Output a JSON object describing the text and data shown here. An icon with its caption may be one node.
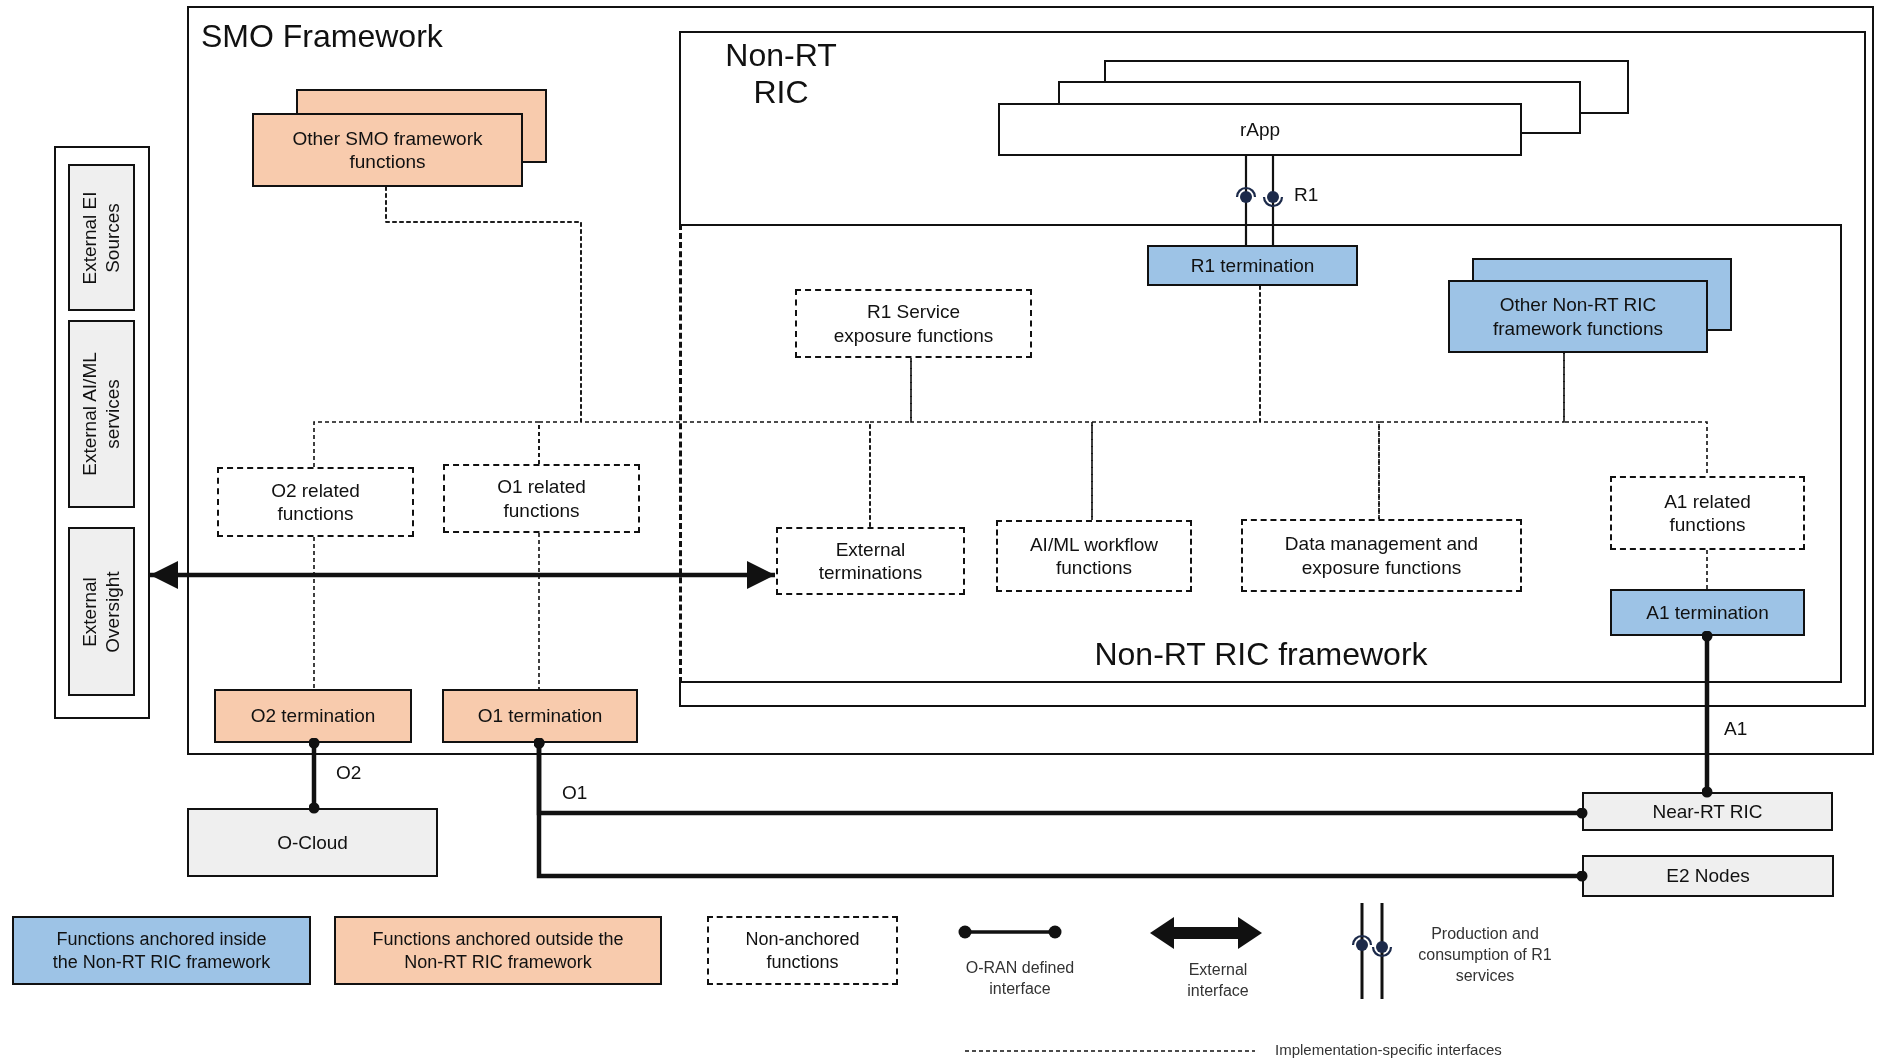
{
  "diagram": {
    "nodes": [
      {
        "text": [
          "SMO Framework"
        ]
      },
      {
        "text": [
          "Other SMO framework functions"
        ],
        "in": 0
      },
      {
        "text": [
          "Non-RT RIC"
        ],
        "in": 0
      },
      {
        "text": [
          "rApp"
        ],
        "in": 2
      },
      {
        "text": [
          "Non-RT RIC framework"
        ],
        "in": 2
      },
      {
        "text": [
          "R1 Service exposure functions"
        ],
        "in": 4
      },
      {
        "text": [
          "R1 termination"
        ],
        "in": 4
      },
      {
        "text": [
          "Other Non-RT RIC framework functions"
        ],
        "in": 4
      },
      {
        "text": [
          "O2 related functions"
        ],
        "in": 0
      },
      {
        "text": [
          "O1 related functions"
        ],
        "in": 0
      },
      {
        "text": [
          "External terminations"
        ],
        "in": 4
      },
      {
        "text": [
          "AI/ML workflow functions"
        ],
        "in": 4
      },
      {
        "text": [
          "Data management and exposure functions"
        ],
        "in": 4
      },
      {
        "text": [
          "A1 related functions"
        ],
        "in": 4
      },
      {
        "text": [
          "A1 termination"
        ],
        "in": 4
      },
      {
        "text": [
          "O2 termination"
        ],
        "in": 0
      },
      {
        "text": [
          "O1 termination"
        ],
        "in": 0
      },
      {
        "text": [],
        "shape": "box"
      },
      {
        "text": [
          "External EI Sources"
        ],
        "in": 17
      },
      {
        "text": [
          "External AI/ML services"
        ],
        "in": 17
      },
      {
        "text": [
          "External Oversight"
        ],
        "in": 17
      },
      {
        "text": [
          "O-Cloud"
        ]
      },
      {
        "text": [
          "Near-RT RIC"
        ]
      },
      {
        "text": [
          "E2 Nodes"
        ]
      }
    ],
    "edges": [
      {
        "from": 8,
        "to": 9,
        "arrow": "none",
        "style": "dashed"
      },
      {
        "from": 9,
        "to": 1,
        "arrow": "none",
        "style": "dashed"
      },
      {
        "from": 1,
        "to": 10,
        "arrow": "none",
        "style": "dashed"
      },
      {
        "from": 10,
        "to": 5,
        "arrow": "none",
        "style": "dashed"
      },
      {
        "from": 5,
        "to": 11,
        "arrow": "none",
        "style": "dashed"
      },
      {
        "from": 11,
        "to": 6,
        "arrow": "none",
        "style": "dashed"
      },
      {
        "from": 6,
        "to": 12,
        "arrow": "none",
        "style": "dashed"
      },
      {
        "from": 12,
        "to": 7,
        "arrow": "none",
        "style": "dashed"
      },
      {
        "from": 7,
        "to": 13,
        "arrow": "none",
        "style": "dashed"
      },
      {
        "from": 13,
        "to": 14,
        "arrow": "none",
        "style": "dashed"
      },
      {
        "from": 8,
        "to": 15,
        "arrow": "none",
        "style": "dashed"
      },
      {
        "from": 9,
        "to": 16,
        "arrow": "none",
        "style": "dashed"
      },
      {
        "from": 15,
        "to": 21,
        "arrow": "other",
        "label": "O2",
        "style": "thick"
      },
      {
        "from": 16,
        "to": 22,
        "arrow": "other",
        "label": "O1",
        "style": "thick"
      },
      {
        "from": 16,
        "to": 23,
        "arrow": "other",
        "style": "thick"
      },
      {
        "from": 14,
        "to": 22,
        "arrow": "other",
        "label": "A1",
        "style": "thick"
      },
      {
        "from": 17,
        "to": 10,
        "arrow": "both",
        "style": "thick"
      },
      {
        "from": 3,
        "to": 6,
        "arrow": "none"
      },
      {
        "from": 3,
        "to": 6,
        "arrow": "none",
        "label": "R1"
      }
    ],
    "legend": [
      {
        "text": "Functions anchored inside the Non-RT RIC framework",
        "color": "#9dc3e6"
      },
      {
        "text": "Functions anchored outside the Non-RT RIC framework",
        "color": "#f8cbad"
      },
      {
        "text": "Non-anchored functions"
      },
      {
        "text": "O-RAN defined interface"
      },
      {
        "text": "External interface"
      },
      {
        "text": "Production and consumption of R1 services"
      },
      {
        "text": "Implementation-specific interfaces"
      }
    ]
  }
}
